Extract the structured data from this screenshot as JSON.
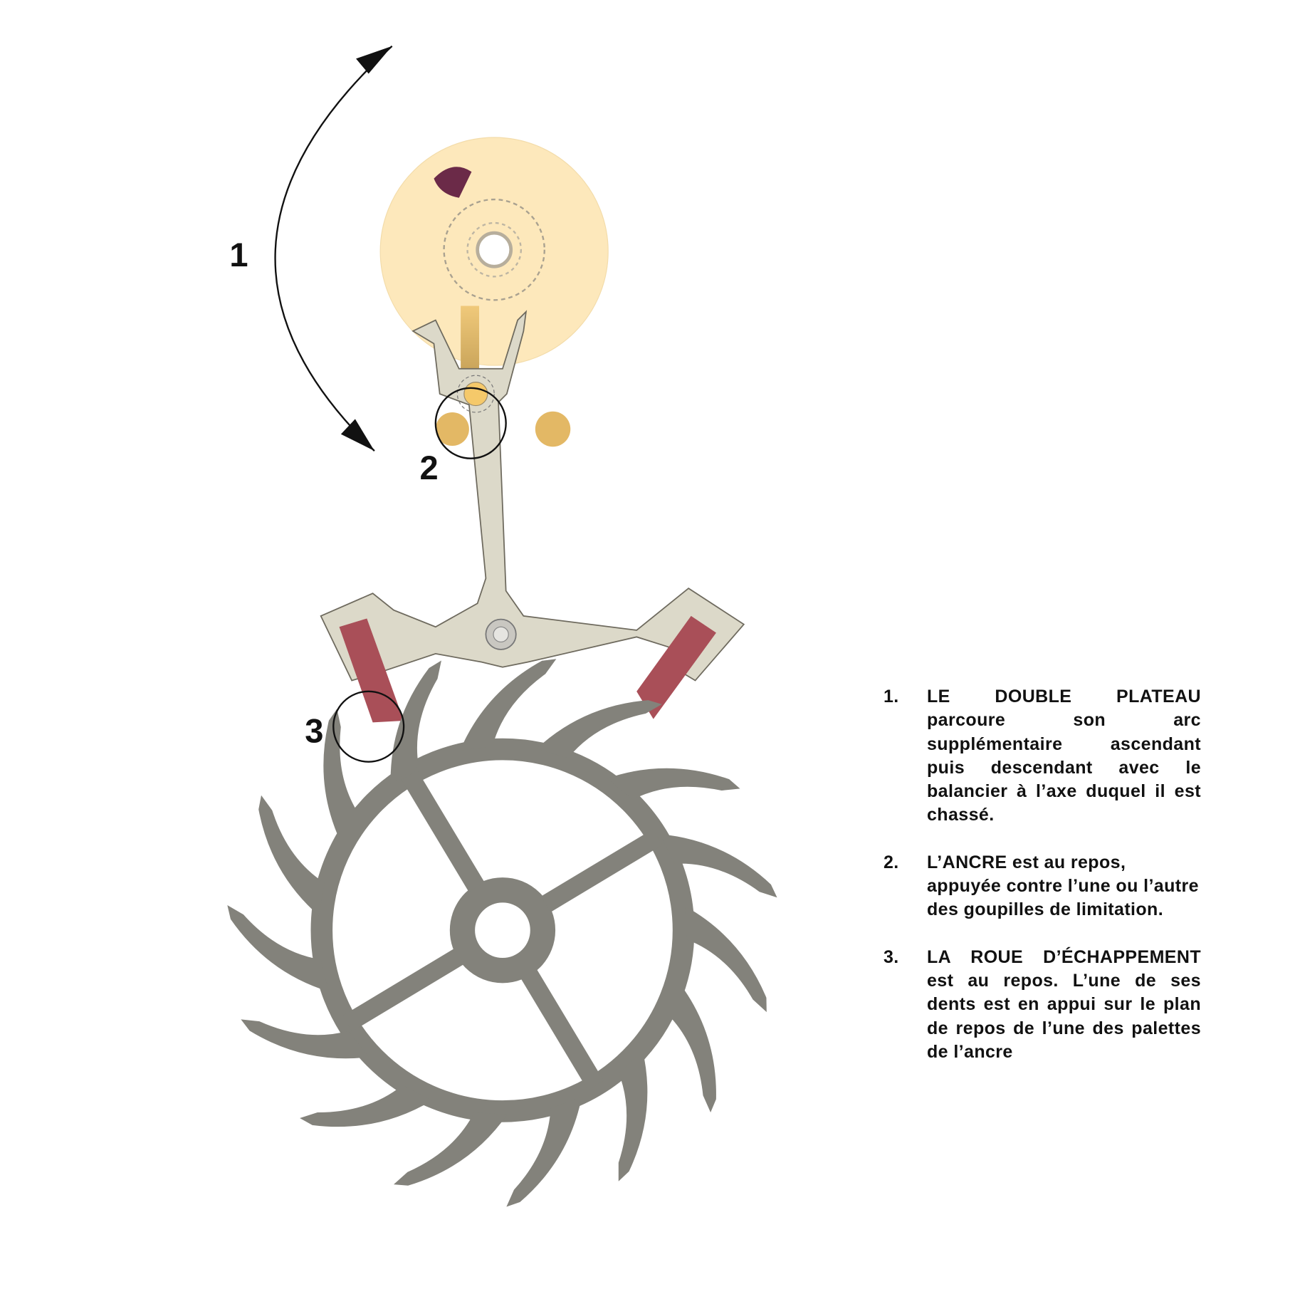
{
  "diagram": {
    "labels": [
      "1",
      "2",
      "3"
    ],
    "colors": {
      "balance": "#fde8bb",
      "lever": "#dcd9c9",
      "pallet": "#a94f58",
      "pin": "#e3b865",
      "wheel": "#83827b",
      "ruby": "#6b2a48"
    },
    "escape_wheel_teeth": 15
  },
  "legend": {
    "items": [
      {
        "num": "1.",
        "text": "LE DOUBLE PLATEAU parcoure son arc supplémentaire ascendant puis descendant avec le balancier à l’axe duquel il est chassé."
      },
      {
        "num": "2.",
        "text": "L’ANCRE est au repos, appuyée contre l’une ou l’autre des goupilles de limitation."
      },
      {
        "num": "3.",
        "text": "LA ROUE D’ÉCHAPPEMENT est au repos. L’une de ses dents est en appui sur le plan de repos de l’une des palettes de l’ancre"
      }
    ]
  }
}
